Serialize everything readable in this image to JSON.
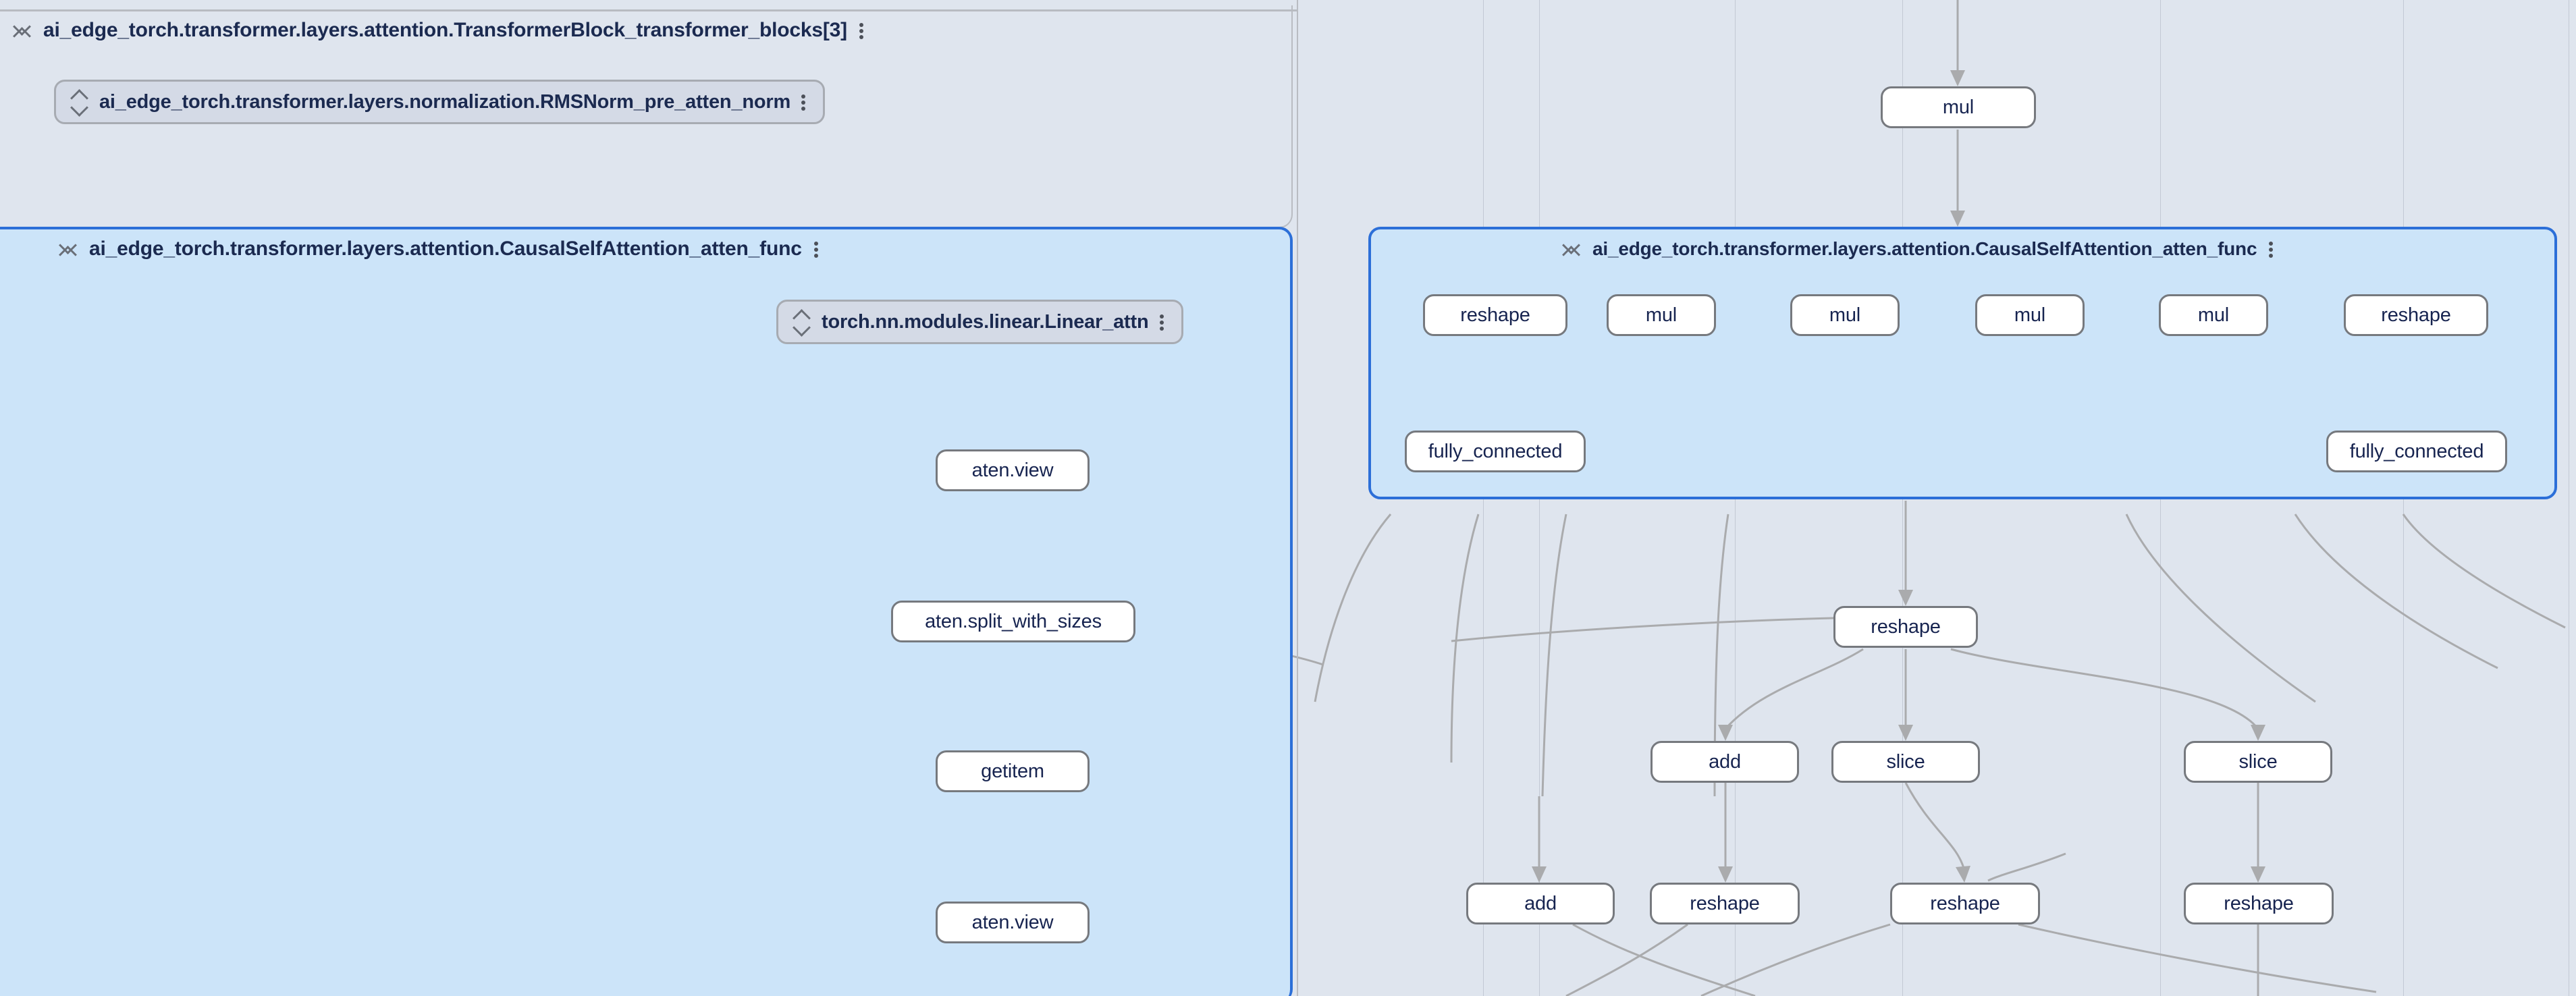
{
  "app": {
    "kind": "model-graph-visualizer",
    "colors": {
      "canvas_bg": "#dfe5ee",
      "selected_group_bg": "#cce4f9",
      "selected_group_border": "#2c6fd8",
      "collapsed_pill_bg": "#d4dae6",
      "node_bg": "#ffffff",
      "node_border": "#76797e",
      "edge": "#aaabad",
      "label_text": "#1b2a50",
      "node_text": "#172450"
    }
  },
  "icons": {
    "collapse": "collapse-chevrons-icon",
    "expand": "expand-chevrons-icon",
    "menu": "more-vertical-icon"
  },
  "left_panel": {
    "outer_group": {
      "label": "ai_edge_torch.transformer.layers.attention.TransformerBlock_transformer_blocks[3]",
      "state": "expanded"
    },
    "collapsed_module": {
      "label": "ai_edge_torch.transformer.layers.normalization.RMSNorm_pre_atten_norm",
      "state": "collapsed"
    },
    "selected_group": {
      "label": "ai_edge_torch.transformer.layers.attention.CausalSelfAttention_atten_func",
      "state": "expanded",
      "selected": true
    },
    "inner_module": {
      "label": "torch.nn.modules.linear.Linear_attn",
      "state": "collapsed"
    },
    "nodes": [
      {
        "id": "l-view-1",
        "label": "aten.view"
      },
      {
        "id": "l-split",
        "label": "aten.split_with_sizes"
      },
      {
        "id": "l-getitem",
        "label": "getitem"
      },
      {
        "id": "l-view-2",
        "label": "aten.view"
      }
    ]
  },
  "right_panel": {
    "top_node": {
      "id": "r-mul-top",
      "label": "mul"
    },
    "selected_group": {
      "label": "ai_edge_torch.transformer.layers.attention.CausalSelfAttention_atten_func",
      "state": "expanded",
      "selected": true
    },
    "group_nodes_row1": [
      {
        "id": "r-reshape-a",
        "label": "reshape"
      },
      {
        "id": "r-mul-1",
        "label": "mul"
      },
      {
        "id": "r-mul-2",
        "label": "mul"
      },
      {
        "id": "r-mul-3",
        "label": "mul"
      },
      {
        "id": "r-mul-4",
        "label": "mul"
      },
      {
        "id": "r-reshape-b",
        "label": "reshape"
      }
    ],
    "group_nodes_row2": [
      {
        "id": "r-fc-1",
        "label": "fully_connected"
      },
      {
        "id": "r-fc-2",
        "label": "fully_connected"
      }
    ],
    "nodes_below": [
      {
        "id": "r-reshape-c",
        "label": "reshape"
      },
      {
        "id": "r-add-1",
        "label": "add"
      },
      {
        "id": "r-slice-1",
        "label": "slice"
      },
      {
        "id": "r-slice-2",
        "label": "slice"
      },
      {
        "id": "r-add-2",
        "label": "add"
      },
      {
        "id": "r-reshape-d",
        "label": "reshape"
      },
      {
        "id": "r-reshape-e",
        "label": "reshape"
      },
      {
        "id": "r-reshape-f",
        "label": "reshape"
      }
    ]
  }
}
